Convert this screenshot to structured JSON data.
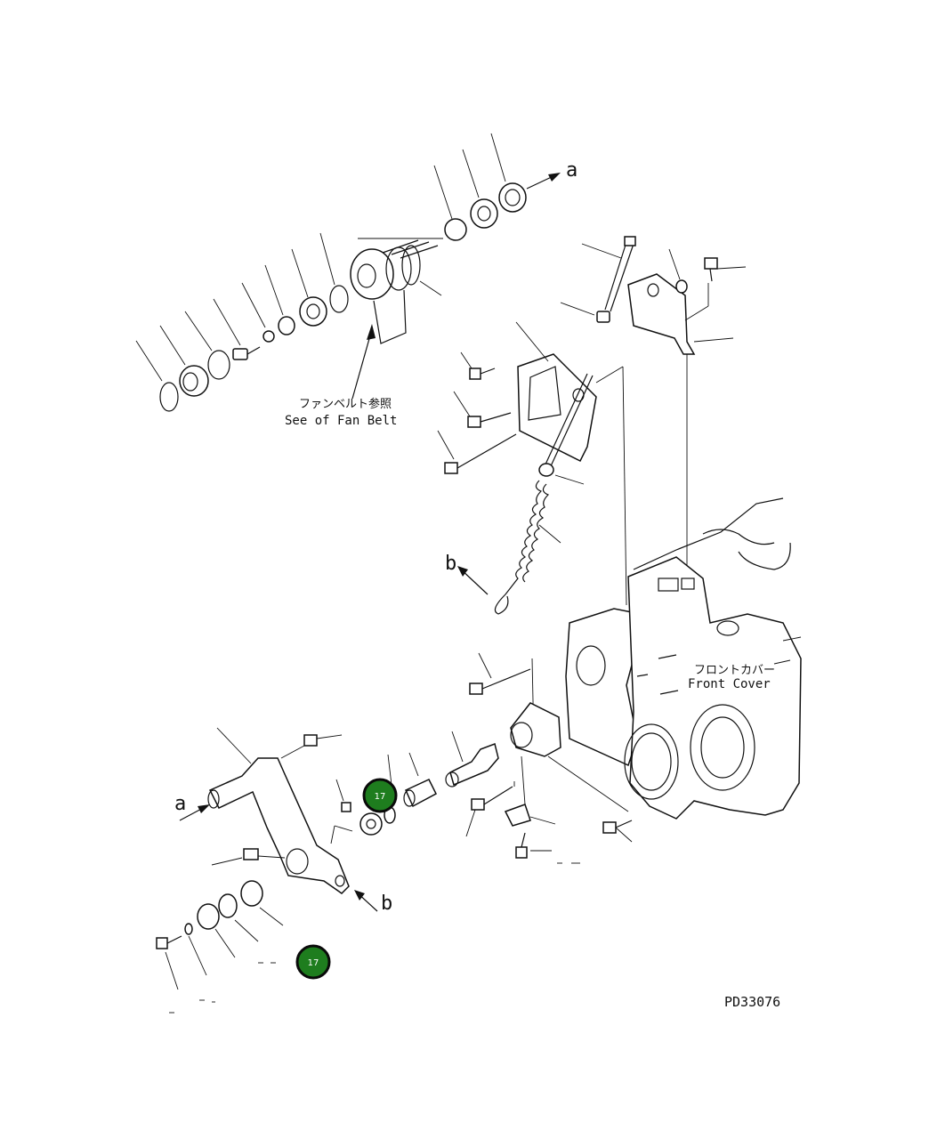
{
  "labels": {
    "fan_belt_jp": "ファンベルト参照",
    "fan_belt_en": "See of Fan Belt",
    "front_cover_jp": "フロントカバー",
    "front_cover_en": "Front Cover",
    "arrow_a_top": "a",
    "arrow_a_left": "a",
    "arrow_b_left": "b",
    "arrow_b_bottom": "b",
    "drawing_code": "PD33076"
  },
  "badges": [
    {
      "label": "17",
      "color": "#1e7d1e"
    },
    {
      "label": "17",
      "color": "#1e7d1e"
    }
  ],
  "colors": {
    "line": "#111111",
    "background": "#ffffff",
    "badge_fill": "#1e7d1e"
  }
}
